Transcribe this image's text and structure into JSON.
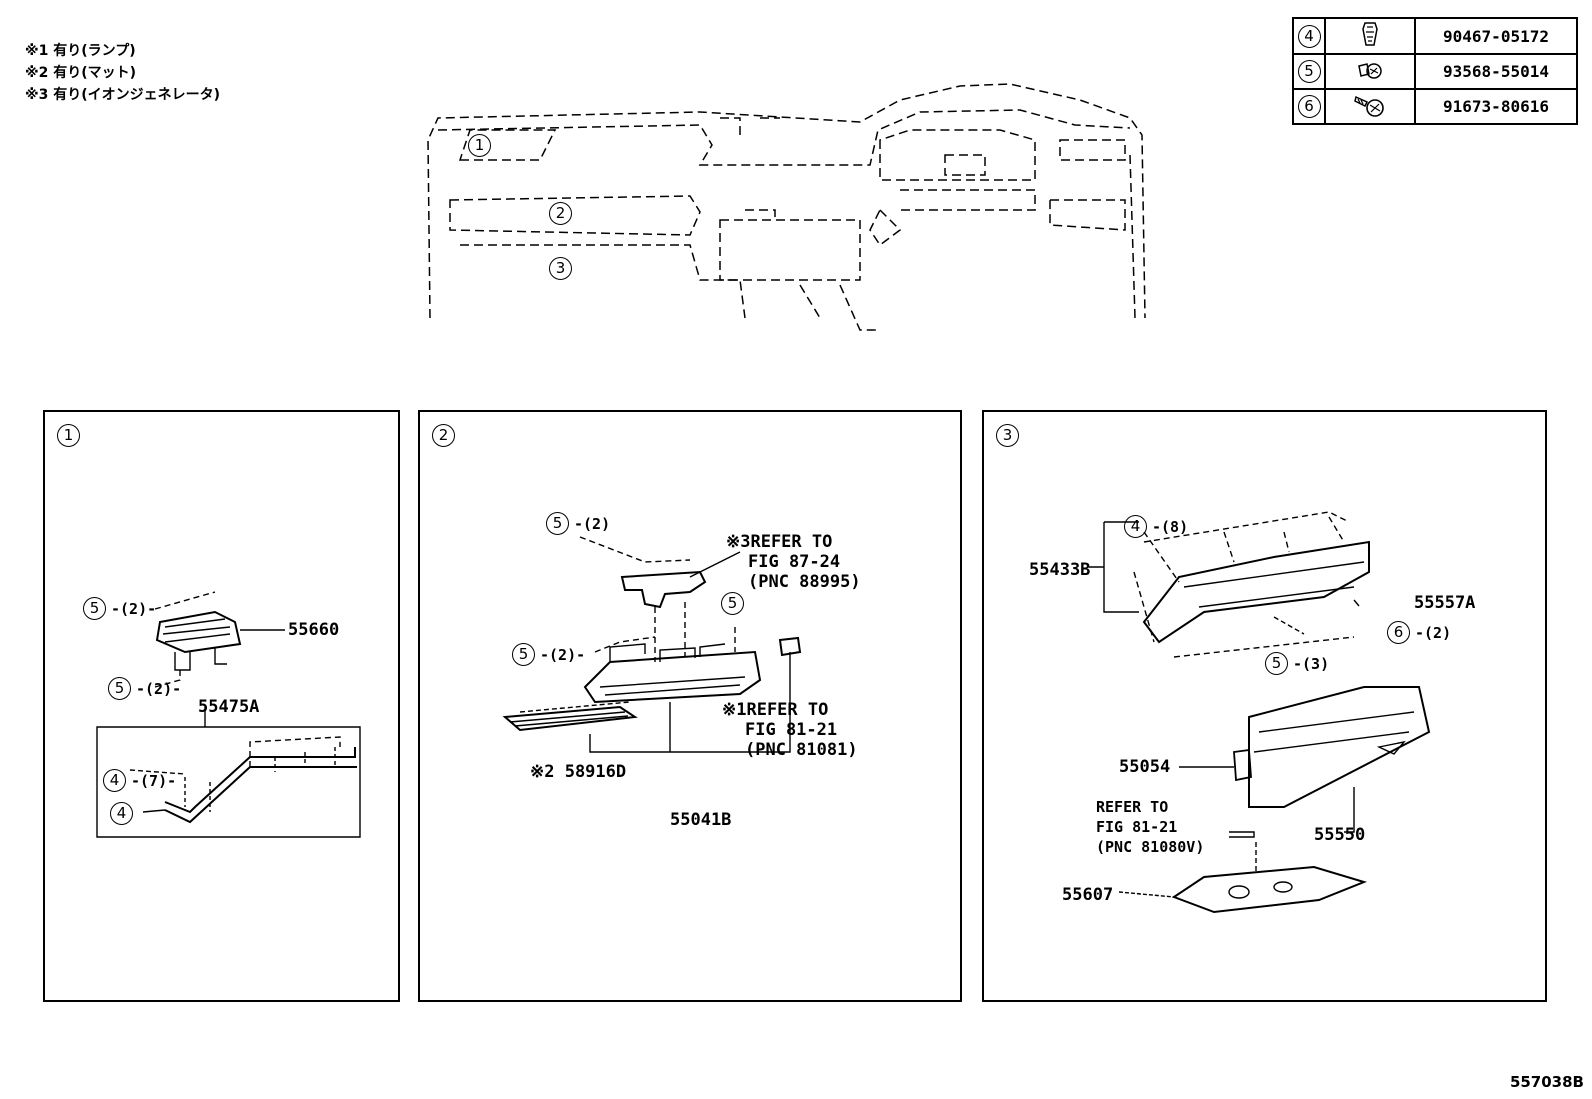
{
  "notes": [
    "※1 有り(ランプ)",
    "※2 有り(マット)",
    "※3 有り(イオンジェネレータ)"
  ],
  "legend": [
    {
      "ref": "4",
      "icon": "clip-icon",
      "part": "90467-05172"
    },
    {
      "ref": "5",
      "icon": "screw-icon",
      "part": "93568-55014"
    },
    {
      "ref": "6",
      "icon": "bolt-icon",
      "part": "91673-80616"
    }
  ],
  "overview": {
    "areas": [
      "1",
      "2",
      "3"
    ]
  },
  "panel1": {
    "tag": "1",
    "c5a": "5",
    "q5a": "-(2)-",
    "c5b": "5",
    "q5b": "-(2)-",
    "p55660": "55660",
    "p55475A": "55475A",
    "c4a": "4",
    "q4a": "-(7)-",
    "c4b": "4"
  },
  "panel2": {
    "tag": "2",
    "c5a": "5",
    "q5a": "-(2)",
    "c5b": "5",
    "c5c": "5",
    "q5c": "-(2)-",
    "refer3_line1": "※3REFER TO",
    "refer3_line2": "FIG 87-24",
    "refer3_line3": "(PNC 88995)",
    "refer1_line1": "※1REFER TO",
    "refer1_line2": "FIG 81-21",
    "refer1_line3": "(PNC 81081)",
    "p58916D": "※2 58916D",
    "p55041B": "55041B"
  },
  "panel3": {
    "tag": "3",
    "c4": "4",
    "q4": "-(8)",
    "p55433B": "55433B",
    "p55557A": "55557A",
    "c6": "6",
    "q6": "-(2)",
    "c5": "5",
    "q5": "-(3)",
    "p55054": "55054",
    "refer_line1": "REFER TO",
    "refer_line2": "FIG 81-21",
    "refer_line3": "(PNC 81080V)",
    "p55550": "55550",
    "p55607": "55607"
  },
  "figure_code": "557038B"
}
